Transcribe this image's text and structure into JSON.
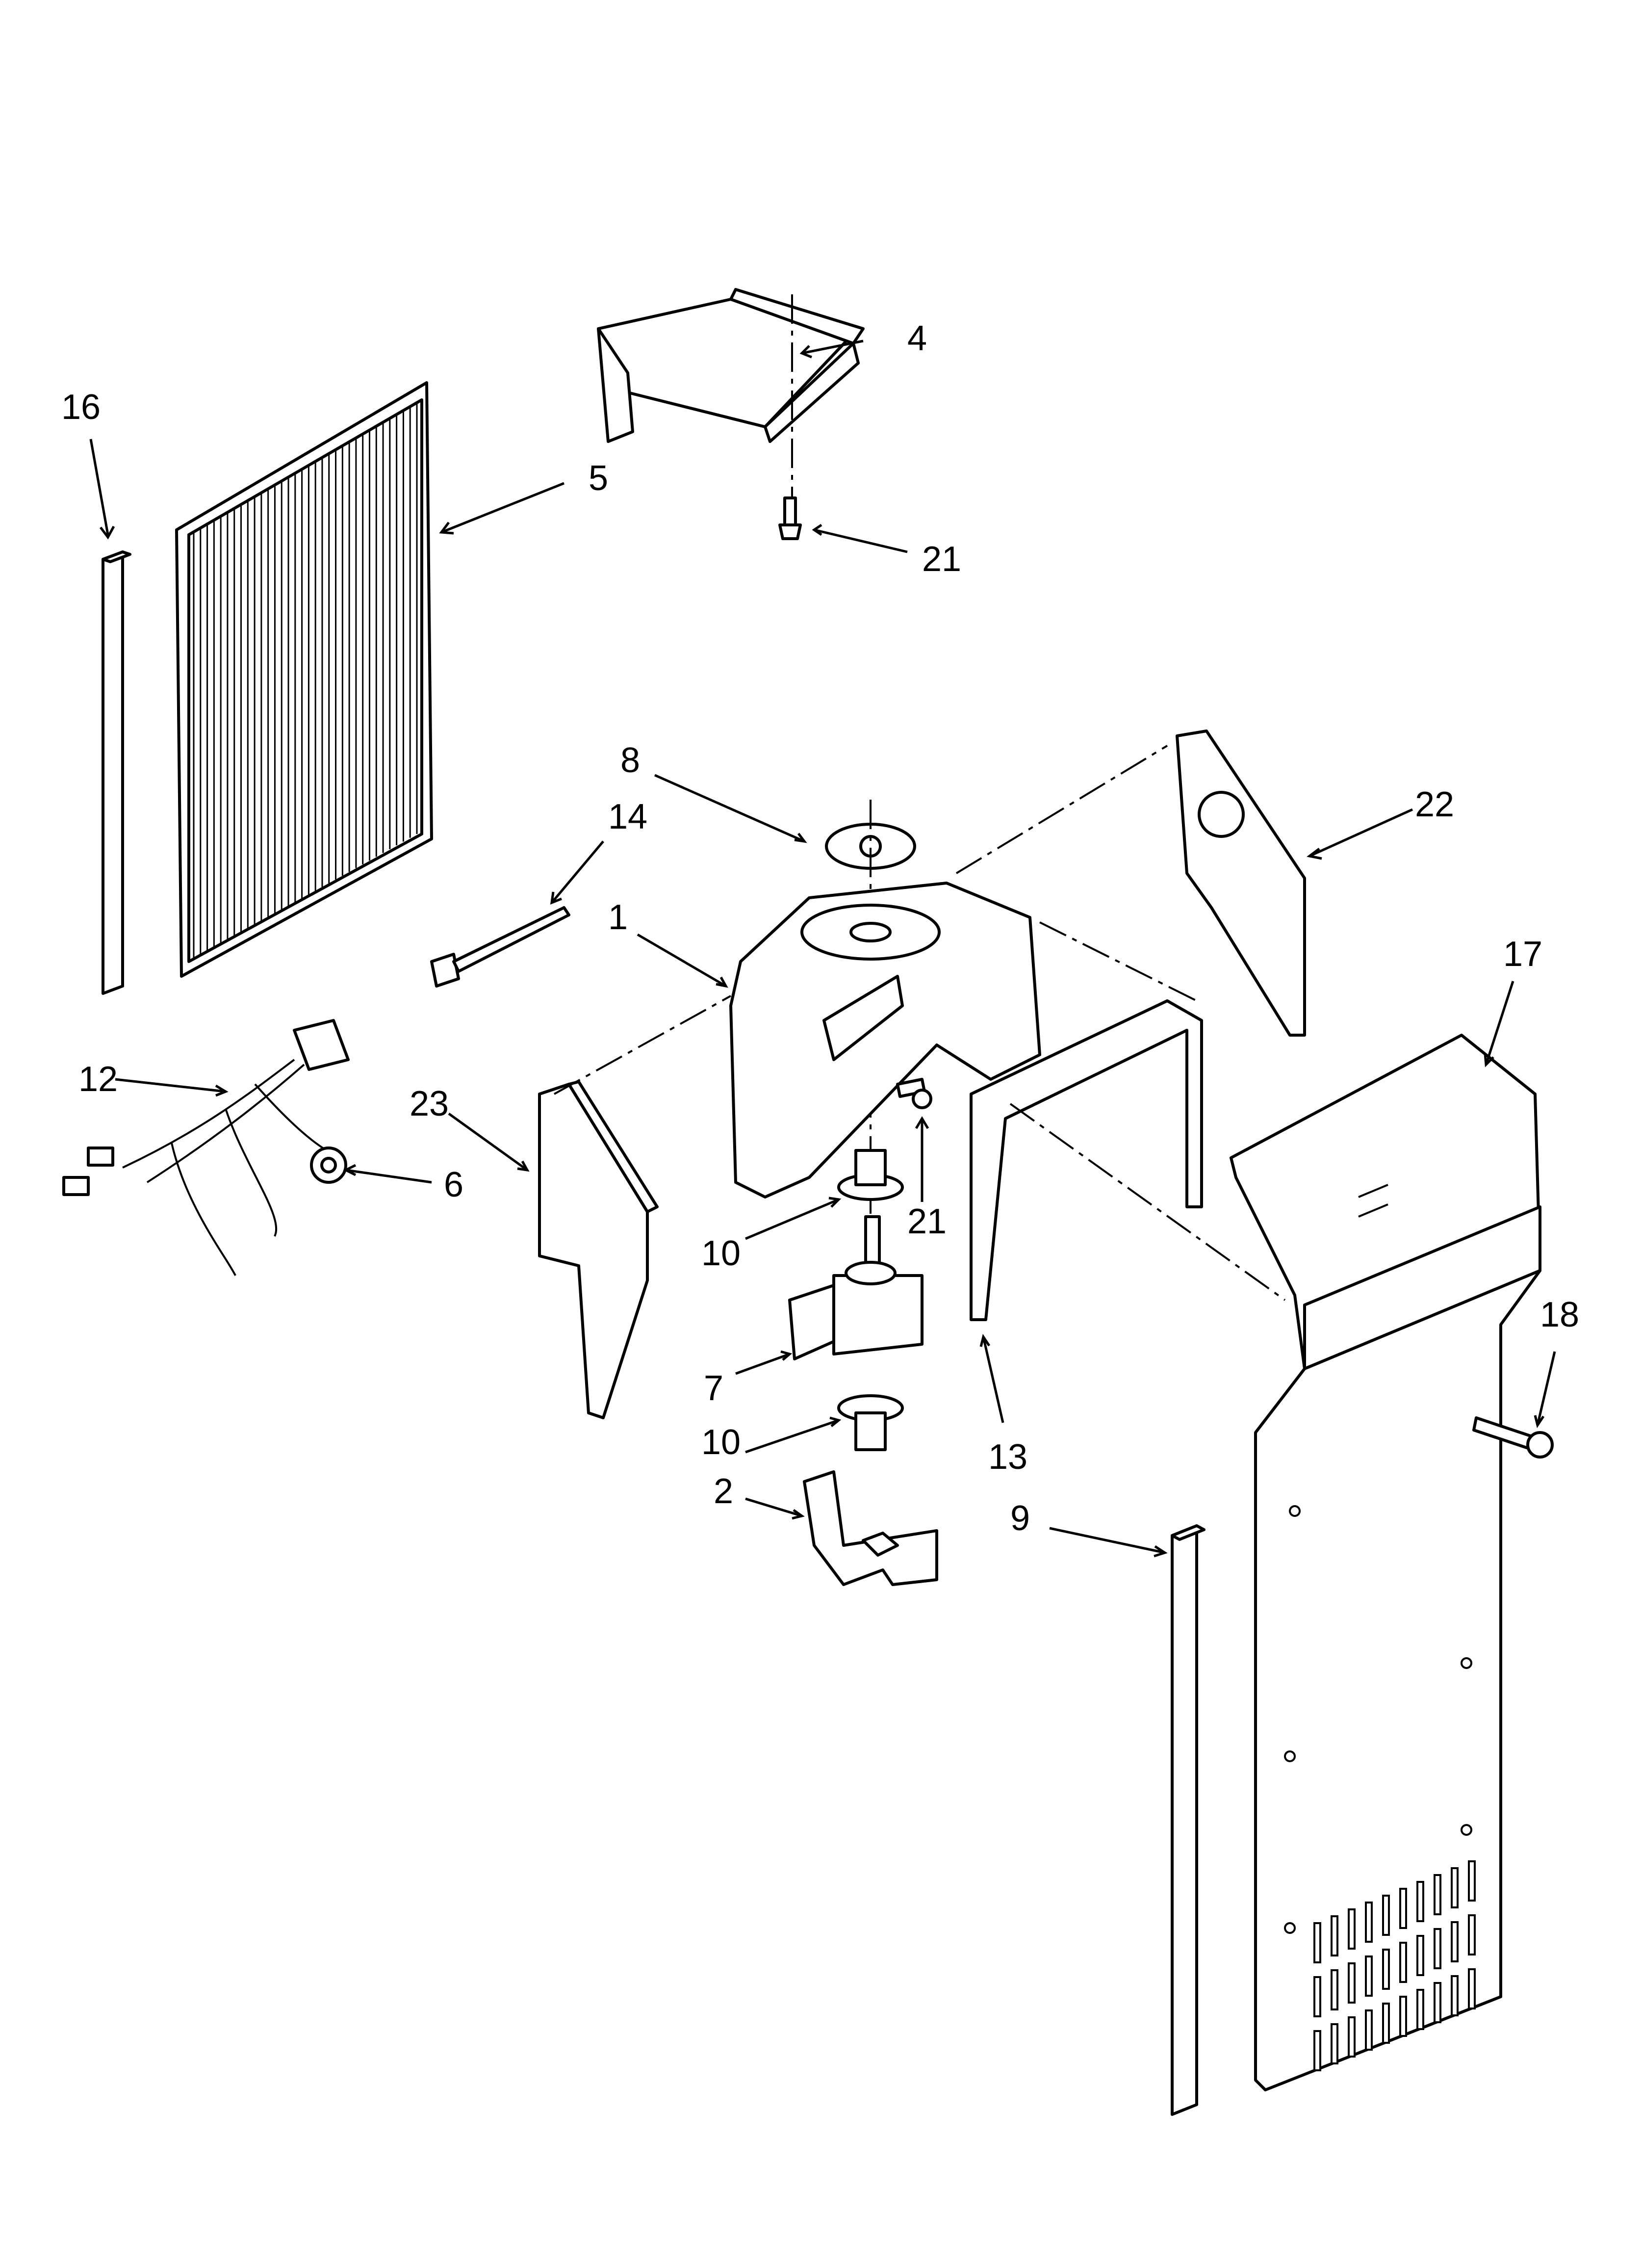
{
  "callouts": {
    "c1": "1",
    "c2": "2",
    "c4": "4",
    "c5": "5",
    "c6": "6",
    "c7": "7",
    "c8": "8",
    "c9": "9",
    "c10a": "10",
    "c10b": "10",
    "c12": "12",
    "c13": "13",
    "c14": "14",
    "c16": "16",
    "c17": "17",
    "c18": "18",
    "c21a": "21",
    "c21b": "21",
    "c22": "22",
    "c23": "23"
  },
  "parts": {
    "p1": "fan-shroud",
    "p2": "motor-bracket",
    "p4": "top-bracket",
    "p5": "evaporator-cover",
    "p6": "thermistor",
    "p7": "fan-motor",
    "p8": "fan-blade",
    "p9": "foam-strip",
    "p10": "grommet",
    "p12": "wire-harness",
    "p13": "u-channel",
    "p14": "cable-tie",
    "p16": "foam-strip",
    "p17": "air-duct-cover",
    "p18": "screw",
    "p21": "screw",
    "p22": "side-panel",
    "p23": "insulation-panel"
  }
}
